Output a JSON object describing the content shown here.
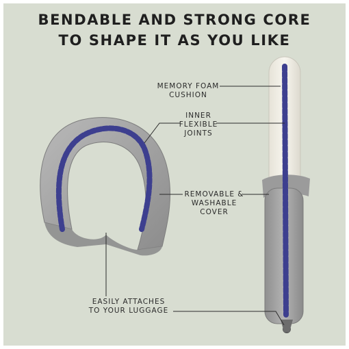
{
  "headline": {
    "line1": "BENDABLE AND STRONG CORE",
    "line2": "TO SHAPE IT AS YOU LIKE"
  },
  "callouts": {
    "memory_foam": {
      "line1": "MEMORY FOAM",
      "line2": "CUSHION"
    },
    "inner_joints": {
      "line1": "INNER",
      "line2": "FLEXIBLE",
      "line3": "JOINTS"
    },
    "cover": {
      "line1": "REMOVABLE &",
      "line2": "WASHABLE",
      "line3": "COVER"
    },
    "luggage": {
      "line1": "EASILY ATTACHES",
      "line2": "TO YOUR LUGGAGE"
    }
  },
  "colors": {
    "background": "#d8ddd1",
    "fabric": "#a6a6a6",
    "joints": "#3d3f8f",
    "foam": "#f1efe6"
  }
}
